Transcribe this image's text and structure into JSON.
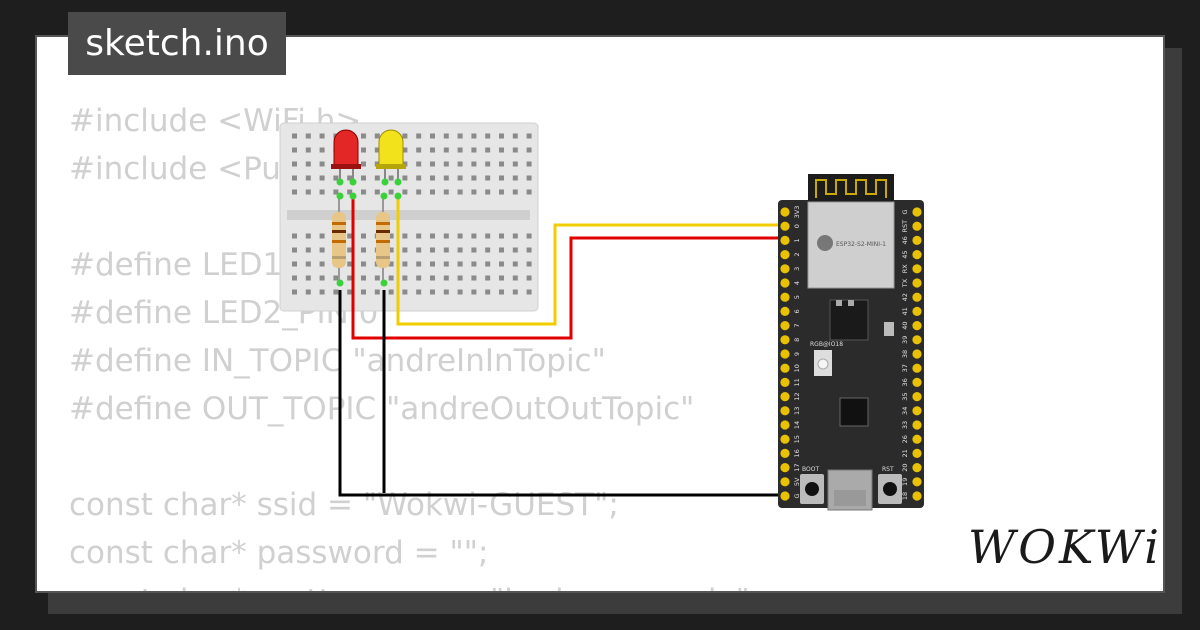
{
  "file": {
    "name": "sketch.ino"
  },
  "code_lines": [
    "#include <WiFi.h>",
    "#include <PubSubClient.h>",
    "",
    "#define LED1_PIN 1",
    "#define LED2_PIN 0",
    "#define IN_TOPIC \"andreInInTopic\"",
    "#define OUT_TOPIC \"andreOutOutTopic\"",
    "",
    "const char* ssid = \"Wokwi-GUEST\";",
    "const char* password = \"\";",
    "const char* mqtt_server = \"broker.emqx.io\";"
  ],
  "board": {
    "module_label": "ESP32-S2-MINI-1",
    "led_label": "RGB@IO18",
    "boot_label": "BOOT",
    "rst_label": "RST",
    "left_pins": [
      "3V3",
      "0",
      "1",
      "2",
      "3",
      "4",
      "5",
      "6",
      "7",
      "8",
      "9",
      "10",
      "11",
      "12",
      "13",
      "14",
      "15",
      "16",
      "17",
      "5V",
      "G"
    ],
    "right_pins": [
      "G",
      "RST",
      "46",
      "45",
      "RX",
      "TX",
      "42",
      "41",
      "40",
      "39",
      "38",
      "37",
      "36",
      "35",
      "34",
      "33",
      "26",
      "21",
      "20",
      "19",
      "18"
    ]
  },
  "components": {
    "led1_color": "#e32626",
    "led2_color": "#f2e21b"
  },
  "wires": {
    "led1_wire_color": "#e00000",
    "led2_wire_color": "#f0cc00",
    "ground_wire_color": "#000000"
  },
  "brand": {
    "logo": "WOKWi"
  }
}
